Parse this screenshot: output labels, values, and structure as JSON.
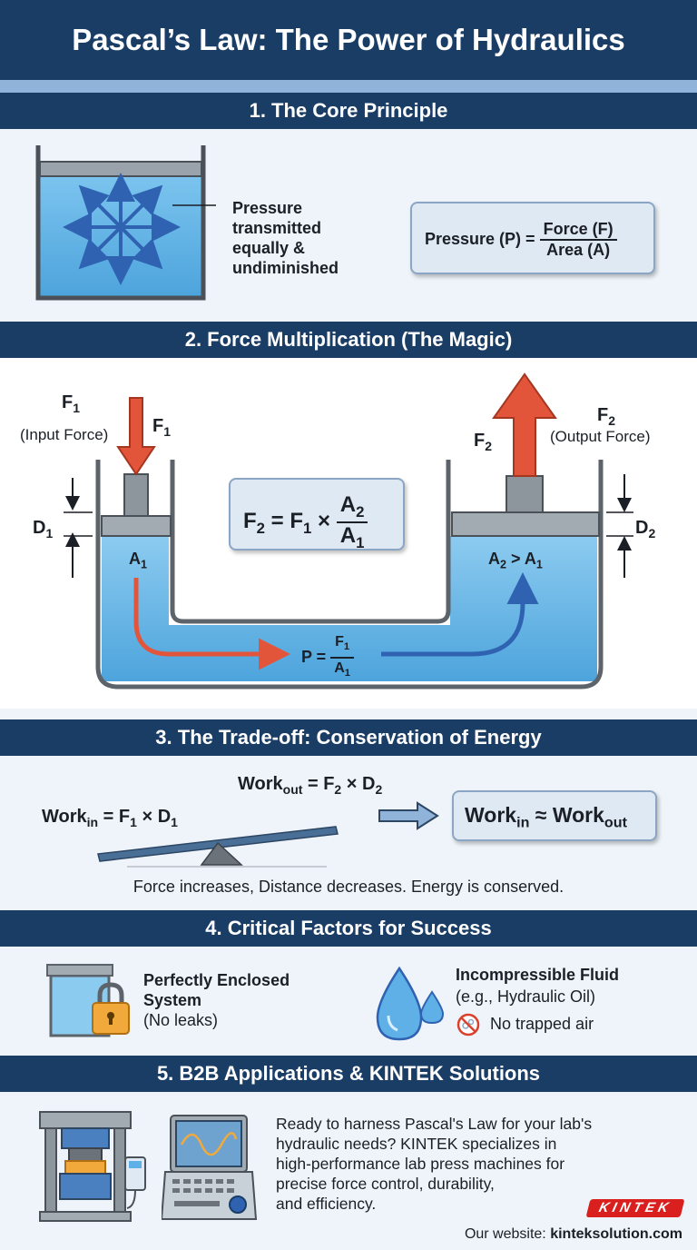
{
  "title": "Pascal’s Law: The Power of Hydraulics",
  "colors": {
    "header": "#1a3d66",
    "fluid": "#5fb0e6",
    "input_arrow": "#e2553a",
    "output_arrow": "#2f63b2",
    "panel": "#eef4f9"
  },
  "s1": {
    "heading": "1. The Core Principle",
    "label_lines": [
      "Pressure",
      "transmitted",
      "equally &",
      "undiminished"
    ],
    "formula_left": "Pressure (P) =",
    "formula_num": "Force (F)",
    "formula_den": "Area (A)"
  },
  "s2": {
    "heading": "2. Force Multiplication (The Magic)",
    "f1": "F",
    "sub1": "1",
    "input_force": "(Input Force)",
    "f2": "F",
    "sub2": "2",
    "output_force": "(Output Force)",
    "d1": "D",
    "d2": "D",
    "a1": "A",
    "a2_gt_a1_a": "A",
    "a2_gt_a1_mid": " > A",
    "eq_lhs": "F",
    "eq_mid": " = F",
    "eq_times": " ×",
    "eq_num": "A",
    "eq_den": "A",
    "p_lhs": "P =",
    "p_num": "F",
    "p_den": "A"
  },
  "s3": {
    "heading": "3. The Trade-off: Conservation of Energy",
    "work_in": "Work",
    "in": "in",
    "work_in_rhs": " = F",
    "x_d": " × D",
    "work_out": "Work",
    "out": "out",
    "work_out_rhs": " = F",
    "approx": " ≈ ",
    "caption": "Force increases, Distance decreases. Energy is conserved."
  },
  "s4": {
    "heading": "4. Critical Factors for Success",
    "item1_title_1": "Perfectly Enclosed",
    "item1_title_2": "System",
    "item1_note": "(No leaks)",
    "item2_title": "Incompressible Fluid",
    "item2_note": "(e.g., Hydraulic Oil)",
    "item2_warning": "No trapped air"
  },
  "s5": {
    "heading": "5. B2B Applications & KINTEK Solutions",
    "body_lines": [
      "Ready to harness Pascal's Law for your lab's",
      "hydraulic needs? KINTEK specializes in",
      "high-performance lab press machines for",
      "precise force control, durability,",
      "and efficiency."
    ],
    "logo": "KINTEK",
    "website_label": "Our website: ",
    "website": "kinteksolution.com"
  }
}
